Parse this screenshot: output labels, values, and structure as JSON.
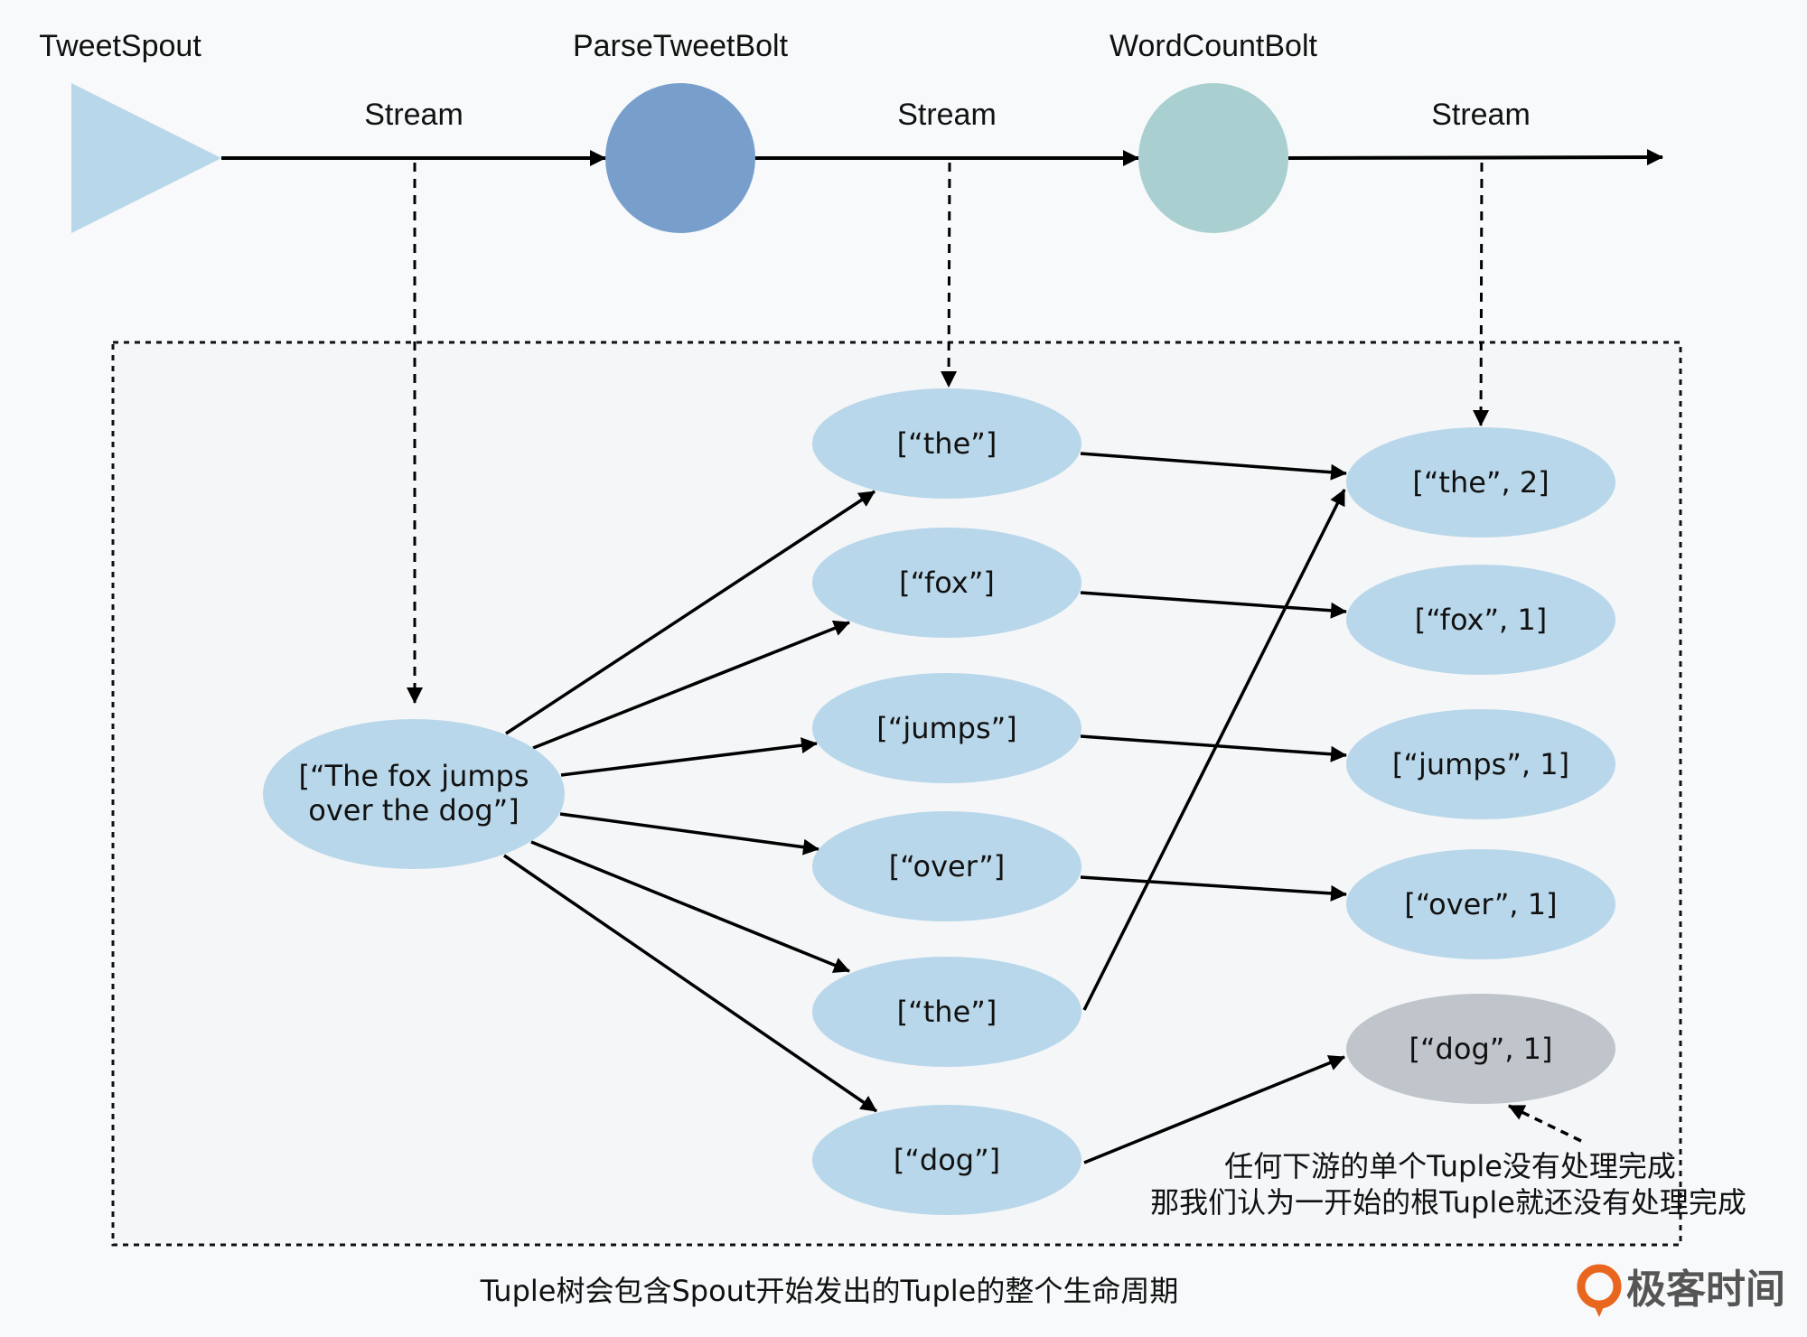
{
  "topology": {
    "spout_label": "TweetSpout",
    "bolt1_label": "ParseTweetBolt",
    "bolt2_label": "WordCountBolt",
    "stream_labels": [
      "Stream",
      "Stream",
      "Stream"
    ]
  },
  "colors": {
    "spout": "#b9d7ea",
    "bolt1": "#789fcc",
    "bolt2": "#aacfd0",
    "tuple": "#b9d7ea",
    "pending_tuple": "#c0c4cb",
    "tree_background": "#f4f6f8"
  },
  "tuple_tree": {
    "root": {
      "line1": "[“The fox jumps",
      "line2": "over the dog”]"
    },
    "words": [
      "[“the”]",
      "[“fox”]",
      "[“jumps”]",
      "[“over”]",
      "[“the”]",
      "[“dog”]"
    ],
    "counts": [
      "[“the”, 2]",
      "[“fox”, 1]",
      "[“jumps”, 1]",
      "[“over”, 1]",
      "[“dog”, 1]"
    ],
    "pending_count_index": 4
  },
  "annotation": {
    "line1": "任何下游的单个Tuple没有处理完成",
    "line2": "那我们认为一开始的根Tuple就还没有处理完成"
  },
  "caption": "Tuple树会包含Spout开始发出的Tuple的整个生命周期",
  "logo": {
    "text": "极客时间",
    "color": "#e8661e"
  }
}
